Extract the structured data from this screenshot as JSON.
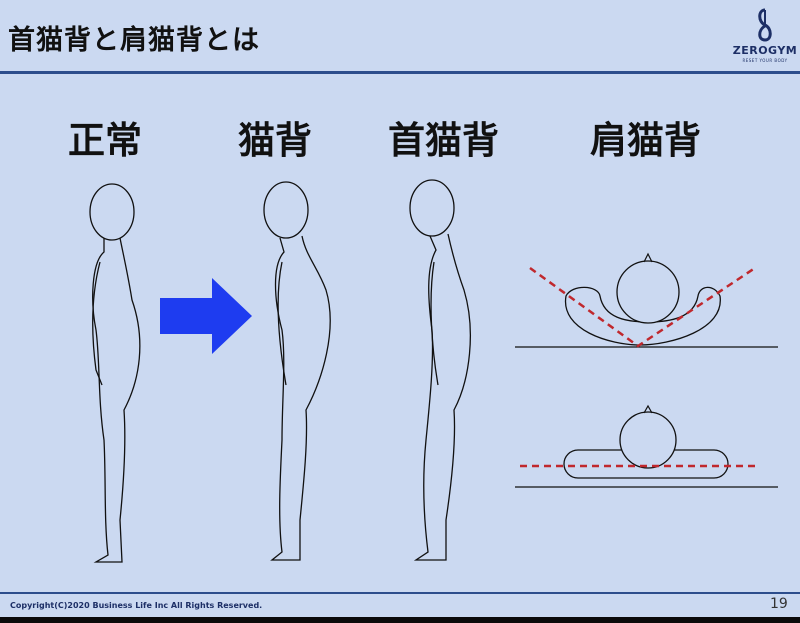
{
  "title": "首猫背と肩猫背とは",
  "logo": {
    "name": "ZEROGYM",
    "tagline": "RESET YOUR BODY"
  },
  "labels": [
    "正常",
    "猫背",
    "首猫背",
    "肩猫背"
  ],
  "footer": {
    "copyright": "Copyright(C)2020 Business Life Inc All Rights Reserved.",
    "page": "19"
  },
  "colors": {
    "background": "#cbd9f1",
    "accent": "#2c4d8c",
    "arrow": "#1e3cf0",
    "dashed_line": "#c0282d"
  },
  "icons": [
    "arrow-right-icon"
  ]
}
